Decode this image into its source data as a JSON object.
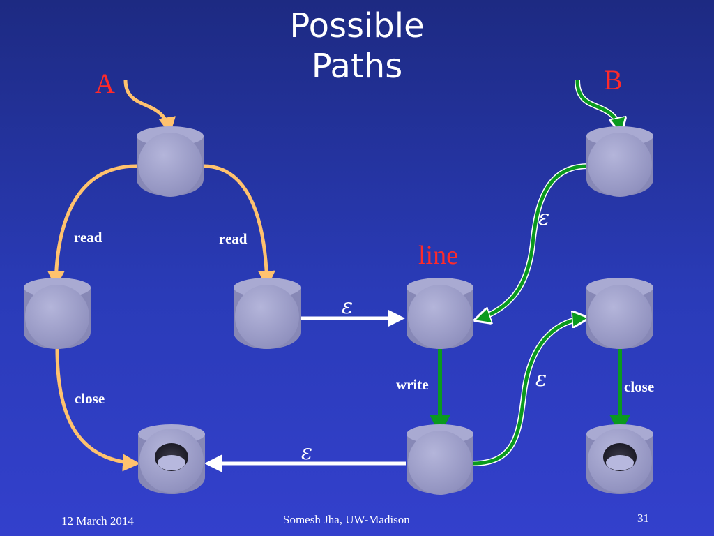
{
  "slide": {
    "title_line1": "Possible",
    "title_line2": "Paths"
  },
  "labels": {
    "start_a": "A",
    "start_b": "B",
    "line": "line",
    "read_left": "read",
    "read_right": "read",
    "close_left": "close",
    "close_right": "close",
    "write": "write",
    "epsilon": "ε"
  },
  "footer": {
    "date": "12 March 2014",
    "author": "Somesh Jha, UW-Madison",
    "page": "31"
  },
  "colors": {
    "path_a": "#ffc26e",
    "path_b": "#0a9a1e",
    "epsilon_edge": "#ffffff",
    "accent_label": "#ff2a2a",
    "node": "#9d9ec8"
  }
}
